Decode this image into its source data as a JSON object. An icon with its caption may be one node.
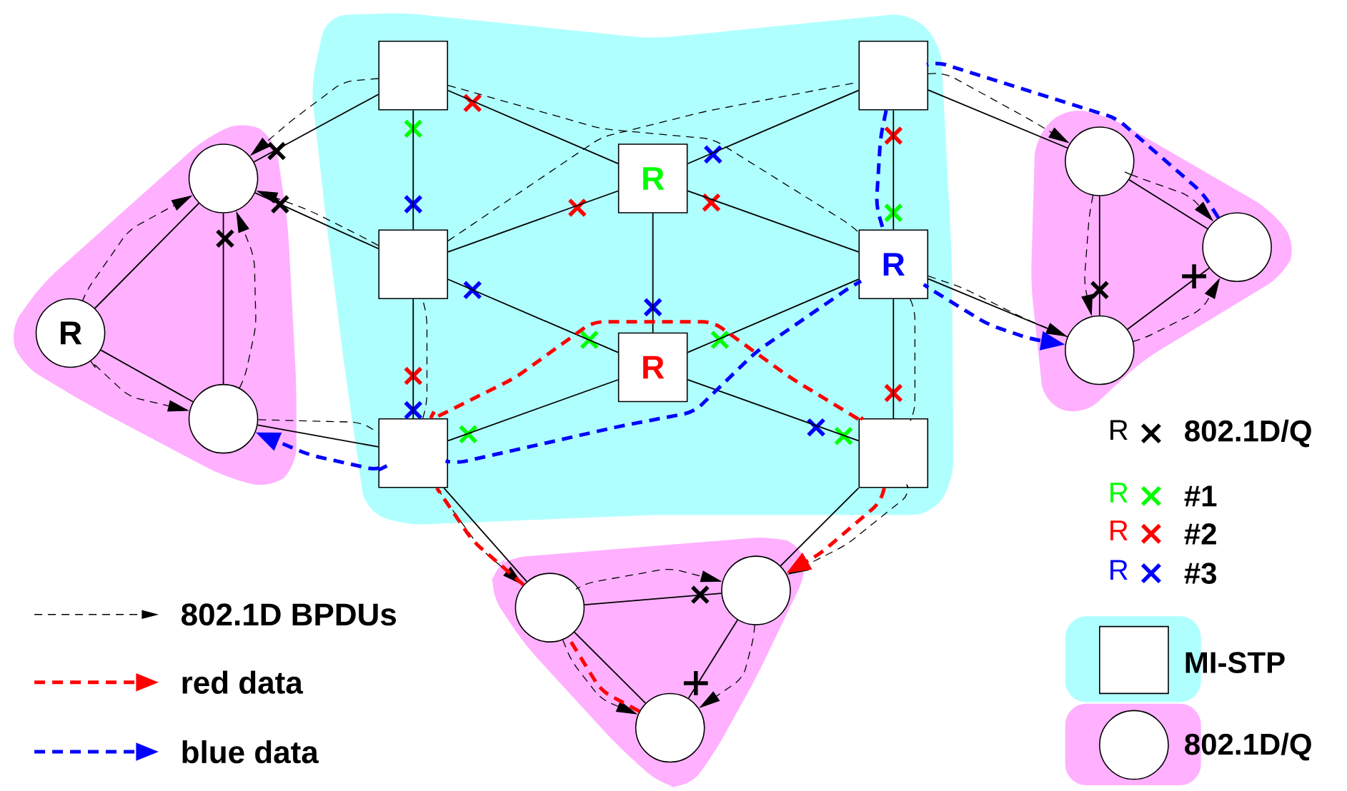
{
  "diagram": {
    "nodes": [
      {
        "text": [],
        "shape": "blob"
      },
      {
        "text": [],
        "shape": "box",
        "in": 0
      },
      {
        "text": [],
        "shape": "box",
        "in": 0
      },
      {
        "text": [
          "R"
        ],
        "in": 0
      },
      {
        "text": [],
        "shape": "box",
        "in": 0
      },
      {
        "text": [
          "R"
        ],
        "in": 0
      },
      {
        "text": [
          "R"
        ],
        "in": 0
      },
      {
        "text": [],
        "shape": "box",
        "in": 0
      },
      {
        "text": [],
        "shape": "box",
        "in": 0
      },
      {
        "text": [],
        "shape": "blob"
      },
      {
        "text": [],
        "shape": "circle",
        "in": 9
      },
      {
        "text": [
          "R"
        ],
        "in": 9
      },
      {
        "text": [],
        "shape": "circle",
        "in": 9
      },
      {
        "text": [],
        "shape": "blob"
      },
      {
        "text": [],
        "shape": "circle",
        "in": 13
      },
      {
        "text": [],
        "shape": "circle",
        "in": 13
      },
      {
        "text": [],
        "shape": "circle",
        "in": 13
      },
      {
        "text": [],
        "shape": "blob"
      },
      {
        "text": [],
        "shape": "circle",
        "in": 17
      },
      {
        "text": [],
        "shape": "circle",
        "in": 17
      },
      {
        "text": [],
        "shape": "circle",
        "in": 17
      }
    ],
    "edges": [
      {
        "from": 1,
        "to": 3,
        "arrow": "none"
      },
      {
        "from": 1,
        "to": 4,
        "arrow": "none"
      },
      {
        "from": 1,
        "to": 10,
        "arrow": "none"
      },
      {
        "from": 2,
        "to": 3,
        "arrow": "none"
      },
      {
        "from": 2,
        "to": 5,
        "arrow": "none"
      },
      {
        "from": 2,
        "to": 14,
        "arrow": "none"
      },
      {
        "from": 3,
        "to": 4,
        "arrow": "none"
      },
      {
        "from": 3,
        "to": 5,
        "arrow": "none"
      },
      {
        "from": 3,
        "to": 6,
        "arrow": "none"
      },
      {
        "from": 4,
        "to": 6,
        "arrow": "none"
      },
      {
        "from": 4,
        "to": 7,
        "arrow": "none"
      },
      {
        "from": 4,
        "to": 10,
        "arrow": "none"
      },
      {
        "from": 5,
        "to": 6,
        "arrow": "none"
      },
      {
        "from": 5,
        "to": 8,
        "arrow": "none"
      },
      {
        "from": 5,
        "to": 16,
        "arrow": "none"
      },
      {
        "from": 6,
        "to": 7,
        "arrow": "none"
      },
      {
        "from": 6,
        "to": 8,
        "arrow": "none"
      },
      {
        "from": 7,
        "to": 12,
        "arrow": "none"
      },
      {
        "from": 7,
        "to": 18,
        "arrow": "none"
      },
      {
        "from": 8,
        "to": 19,
        "arrow": "none"
      },
      {
        "from": 10,
        "to": 11,
        "arrow": "none"
      },
      {
        "from": 10,
        "to": 12,
        "arrow": "none"
      },
      {
        "from": 11,
        "to": 12,
        "arrow": "none"
      },
      {
        "from": 14,
        "to": 15,
        "arrow": "none"
      },
      {
        "from": 14,
        "to": 16,
        "arrow": "none"
      },
      {
        "from": 15,
        "to": 16,
        "arrow": "none"
      },
      {
        "from": 18,
        "to": 19,
        "arrow": "none"
      },
      {
        "from": 18,
        "to": 20,
        "arrow": "none"
      },
      {
        "from": 19,
        "to": 20,
        "arrow": "none"
      },
      {
        "from": 11,
        "to": 10,
        "arrow": "to",
        "style": "dashed"
      },
      {
        "from": 11,
        "to": 12,
        "arrow": "to",
        "style": "dashed"
      },
      {
        "from": 12,
        "to": 10,
        "arrow": "to",
        "style": "dashed"
      },
      {
        "from": 12,
        "to": 7,
        "arrow": "none",
        "style": "dashed"
      },
      {
        "from": 7,
        "to": 4,
        "arrow": "none",
        "style": "dashed"
      },
      {
        "from": 4,
        "to": 10,
        "arrow": "to",
        "style": "dashed"
      },
      {
        "from": 4,
        "to": 2,
        "arrow": "none",
        "style": "dashed"
      },
      {
        "from": 2,
        "to": 14,
        "arrow": "to",
        "style": "dashed"
      },
      {
        "from": 7,
        "to": 18,
        "arrow": "to",
        "style": "dashed"
      },
      {
        "from": 1,
        "to": 10,
        "arrow": "to",
        "style": "dashed"
      },
      {
        "from": 1,
        "to": 5,
        "arrow": "none",
        "style": "dashed"
      },
      {
        "from": 5,
        "to": 16,
        "arrow": "to",
        "style": "dashed"
      },
      {
        "from": 5,
        "to": 8,
        "arrow": "none",
        "style": "dashed"
      },
      {
        "from": 8,
        "to": 19,
        "arrow": "to",
        "style": "dashed"
      },
      {
        "from": 14,
        "to": 15,
        "arrow": "to",
        "style": "dashed"
      },
      {
        "from": 14,
        "to": 16,
        "arrow": "to",
        "style": "dashed"
      },
      {
        "from": 16,
        "to": 15,
        "arrow": "to",
        "style": "dashed"
      },
      {
        "from": 18,
        "to": 19,
        "arrow": "to",
        "style": "dashed"
      },
      {
        "from": 18,
        "to": 20,
        "arrow": "to",
        "style": "dashed"
      },
      {
        "from": 19,
        "to": 20,
        "arrow": "to",
        "style": "dashed"
      },
      {
        "from": 20,
        "to": 18,
        "arrow": "none",
        "style": "dashed",
        "color": "#ff0000"
      },
      {
        "from": 18,
        "to": 7,
        "arrow": "none",
        "style": "dashed",
        "color": "#ff0000"
      },
      {
        "from": 7,
        "to": 8,
        "arrow": "none",
        "style": "dashed",
        "color": "#ff0000"
      },
      {
        "from": 8,
        "to": 19,
        "arrow": "to",
        "style": "dashed",
        "color": "#ff0000"
      },
      {
        "from": 15,
        "to": 2,
        "arrow": "none",
        "style": "dashed",
        "color": "#0000ff"
      },
      {
        "from": 2,
        "to": 5,
        "arrow": "none",
        "style": "dashed",
        "color": "#0000ff"
      },
      {
        "from": 5,
        "to": 7,
        "arrow": "none",
        "style": "dashed",
        "color": "#0000ff"
      },
      {
        "from": 7,
        "to": 12,
        "arrow": "to",
        "style": "dashed",
        "color": "#0000ff"
      },
      {
        "from": 5,
        "to": 16,
        "arrow": "to",
        "style": "dashed",
        "color": "#0000ff"
      }
    ],
    "labels": [
      "R",
      "R",
      "R",
      "R"
    ],
    "legend": [
      {
        "text": "802.1D BPDUs"
      },
      {
        "text": "red data"
      },
      {
        "text": "blue data"
      },
      {
        "text": "802.1D/Q",
        "color": "#000000"
      },
      {
        "text": "#1",
        "color": "#00ff00"
      },
      {
        "text": "#2",
        "color": "#ff0000"
      },
      {
        "text": "#3",
        "color": "#0000ff"
      },
      {
        "text": "MI-STP",
        "color": "#b0ffff"
      },
      {
        "text": "802.1D/Q",
        "color": "#ffb0ff"
      }
    ]
  }
}
